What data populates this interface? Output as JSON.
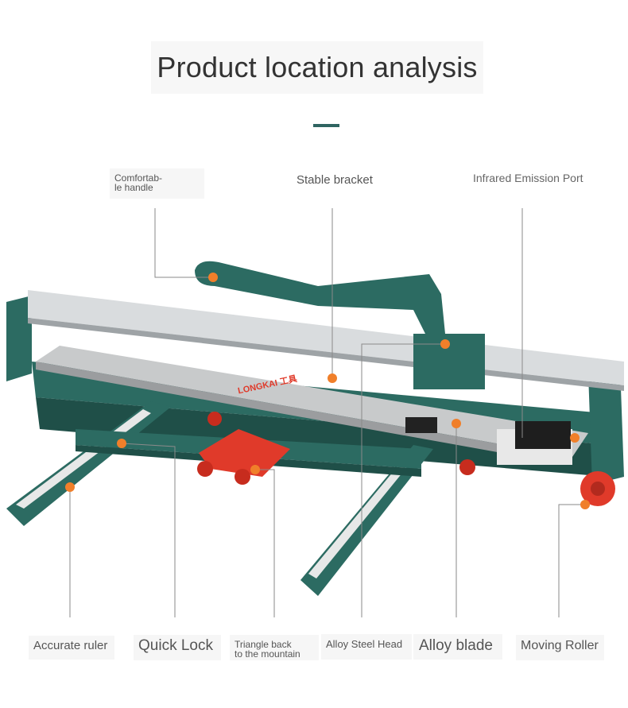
{
  "title": "Product location analysis",
  "brand_text": "LONGKAI 工具",
  "labels": {
    "comfortable_handle": "Comfortab-\nle handle",
    "stable_bracket": "Stable bracket",
    "infrared_port": "Infrared Emission Port",
    "accurate_ruler": "Accurate ruler",
    "quick_lock": "Quick Lock",
    "triangle_back": "Triangle back\nto the mountain",
    "alloy_steel_head": "Alloy Steel Head",
    "alloy_blade": "Alloy blade",
    "moving_roller": "Moving Roller"
  },
  "colors": {
    "frame_green": "#2c6b62",
    "frame_dark": "#1f4f48",
    "rail_silver": "#d9dcde",
    "plate_grey": "#c8cacb",
    "marker_orange": "#f07f2a",
    "knob_red": "#e03a2a",
    "leader_grey": "#8a8a8a"
  }
}
